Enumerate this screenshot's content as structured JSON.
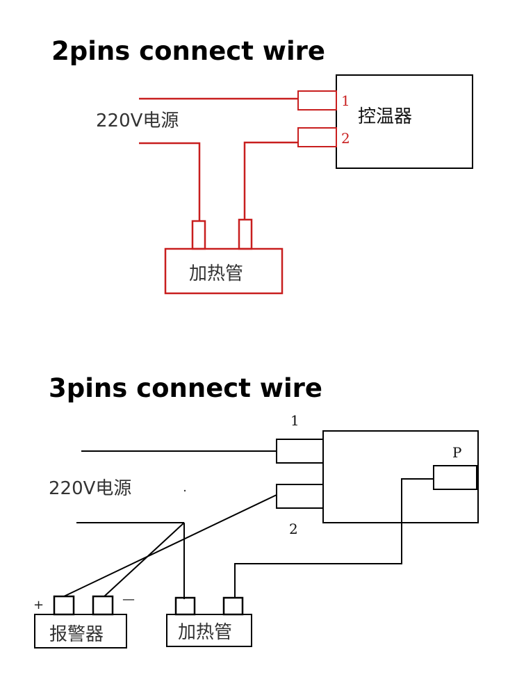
{
  "colors": {
    "wire_red": "#c81e1e",
    "wire_black": "#000000",
    "background": "#ffffff"
  },
  "diagram_2pins": {
    "title": "2pins connect wire",
    "power_label": "220V电源",
    "controller_label": "控温器",
    "pin1_label": "1",
    "pin2_label": "2",
    "heater_label": "加热管"
  },
  "diagram_3pins": {
    "title": "3pins connect wire",
    "power_label": "220V电源",
    "pin1_label": "1",
    "pin2_label": "2",
    "pin_p_label": "P",
    "alarm_label": "报警器",
    "alarm_plus": "+",
    "alarm_minus": "—",
    "heater_label": "加热管"
  }
}
